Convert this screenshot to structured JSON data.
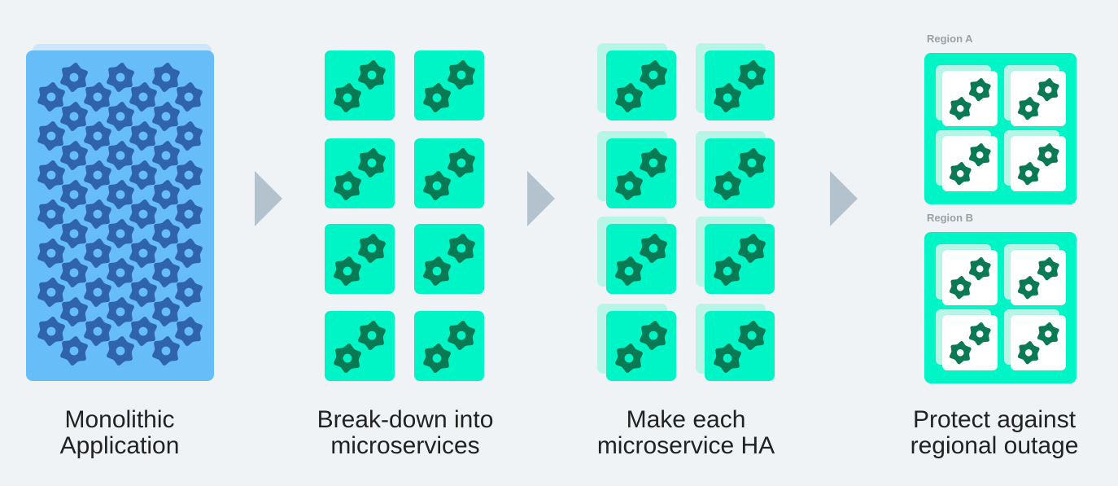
{
  "stages": [
    {
      "label_line1": "Monolithic",
      "label_line2": "Application"
    },
    {
      "label_line1": "Break-down into",
      "label_line2": "microservices"
    },
    {
      "label_line1": "Make each",
      "label_line2": "microservice HA"
    },
    {
      "label_line1": "Protect against",
      "label_line2": "regional outage"
    }
  ],
  "regions": [
    {
      "label": "Region A"
    },
    {
      "label": "Region B"
    }
  ],
  "colors": {
    "monolith": "#66bdf8",
    "monolith_gear": "#2f64ad",
    "service": "#00f5c6",
    "service_gear": "#0a7a55",
    "arrow": "#b3c2cc"
  },
  "icons": {
    "gear": "gear-icon",
    "arrow": "chevron-right-icon"
  }
}
